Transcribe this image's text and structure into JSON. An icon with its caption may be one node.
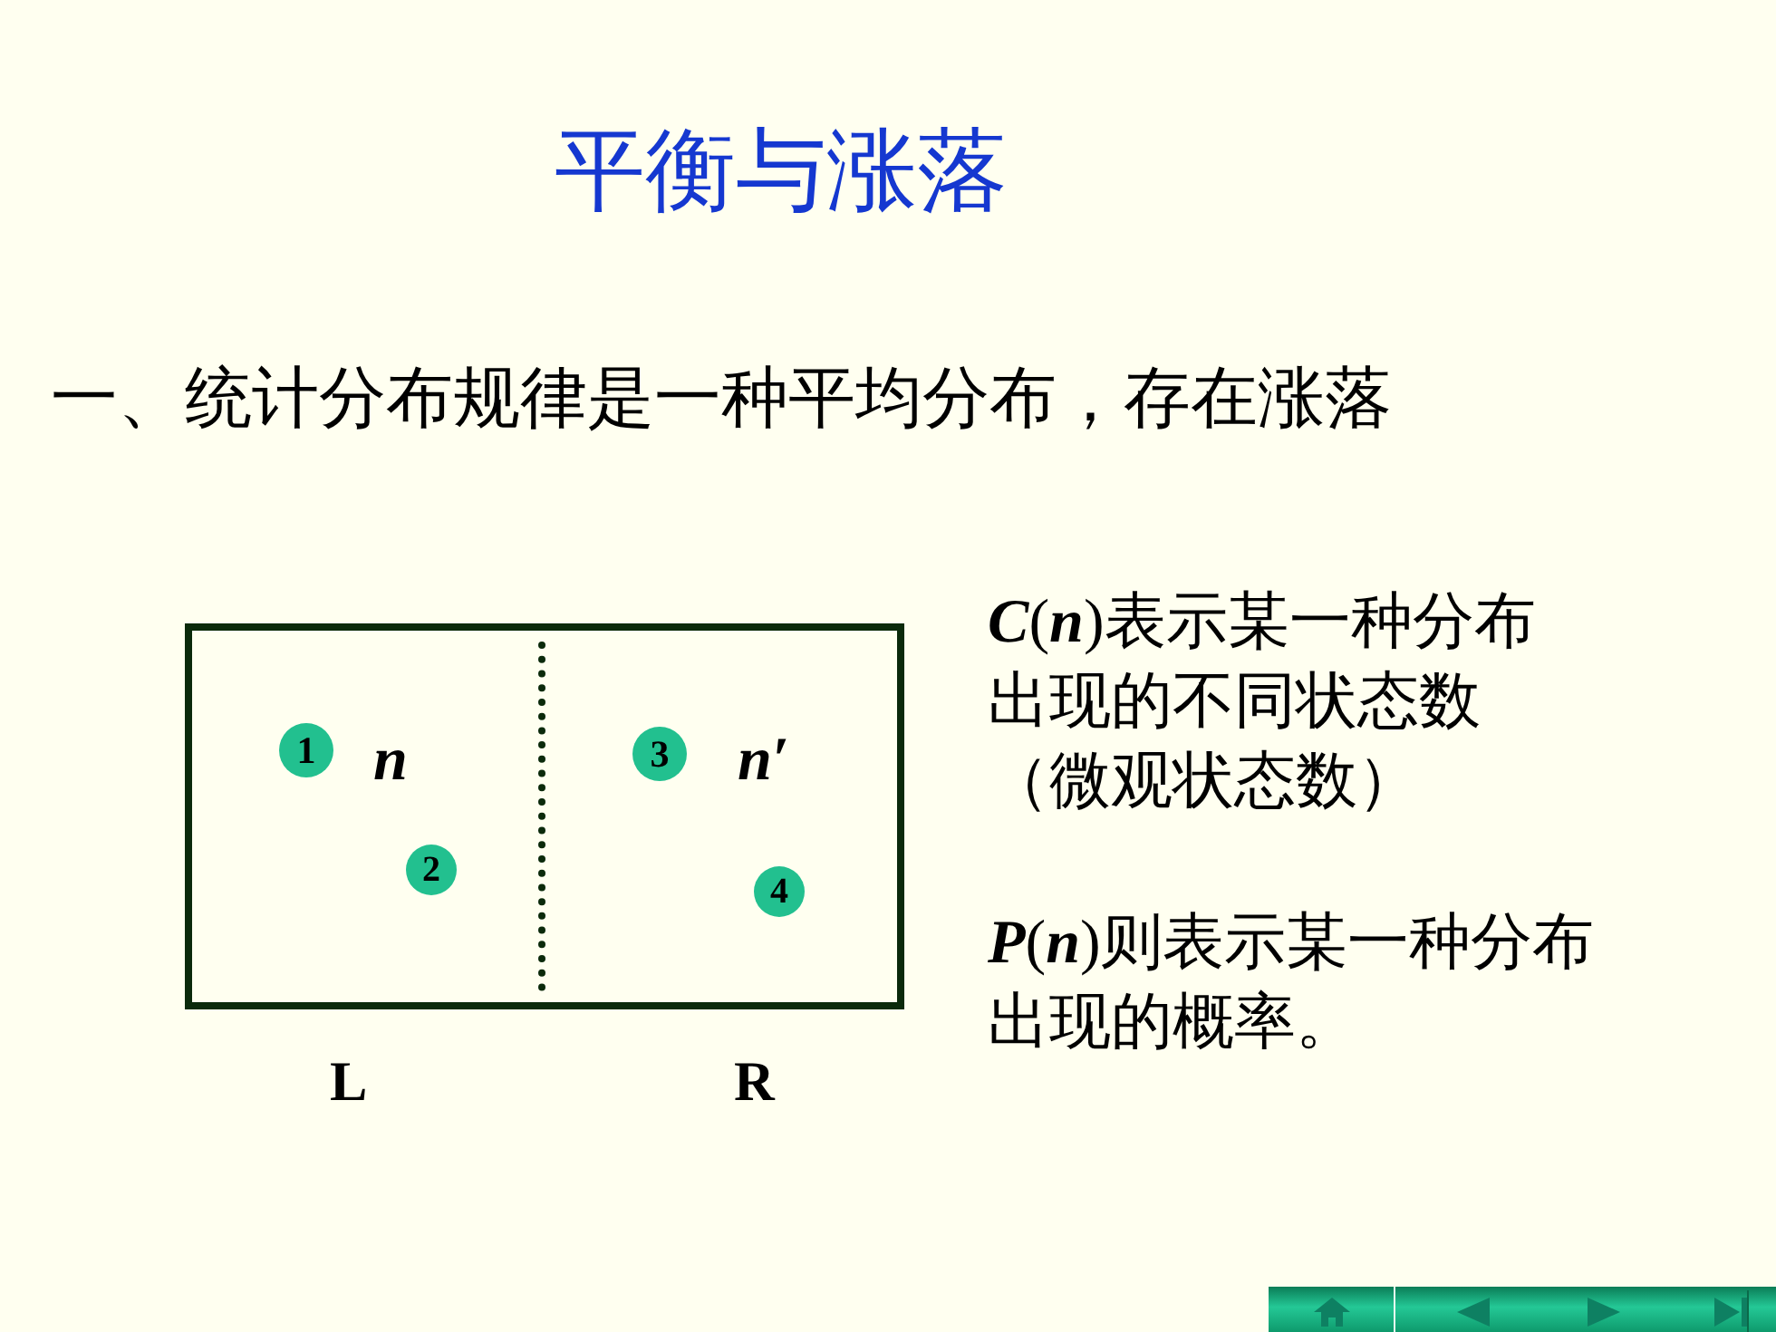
{
  "diagram": {
    "title": "平衡与涨落",
    "nodes": [
      {
        "text": [],
        "shape": "box"
      },
      {
        "text": [
          "1"
        ],
        "in": 0
      },
      {
        "text": [
          "2"
        ],
        "in": 0
      },
      {
        "text": [
          "3"
        ],
        "in": 0
      },
      {
        "text": [
          "4"
        ],
        "in": 0
      }
    ],
    "labels": [
      "一、统计分布规律是一种平均分布，存在涨落",
      "n",
      "n′",
      "L",
      "R",
      "*C*(*n*)表示某一种分布出现的不同状态数（微观状态数）",
      "*P*(*n*)则表示某一种分布出现的概率。"
    ]
  }
}
